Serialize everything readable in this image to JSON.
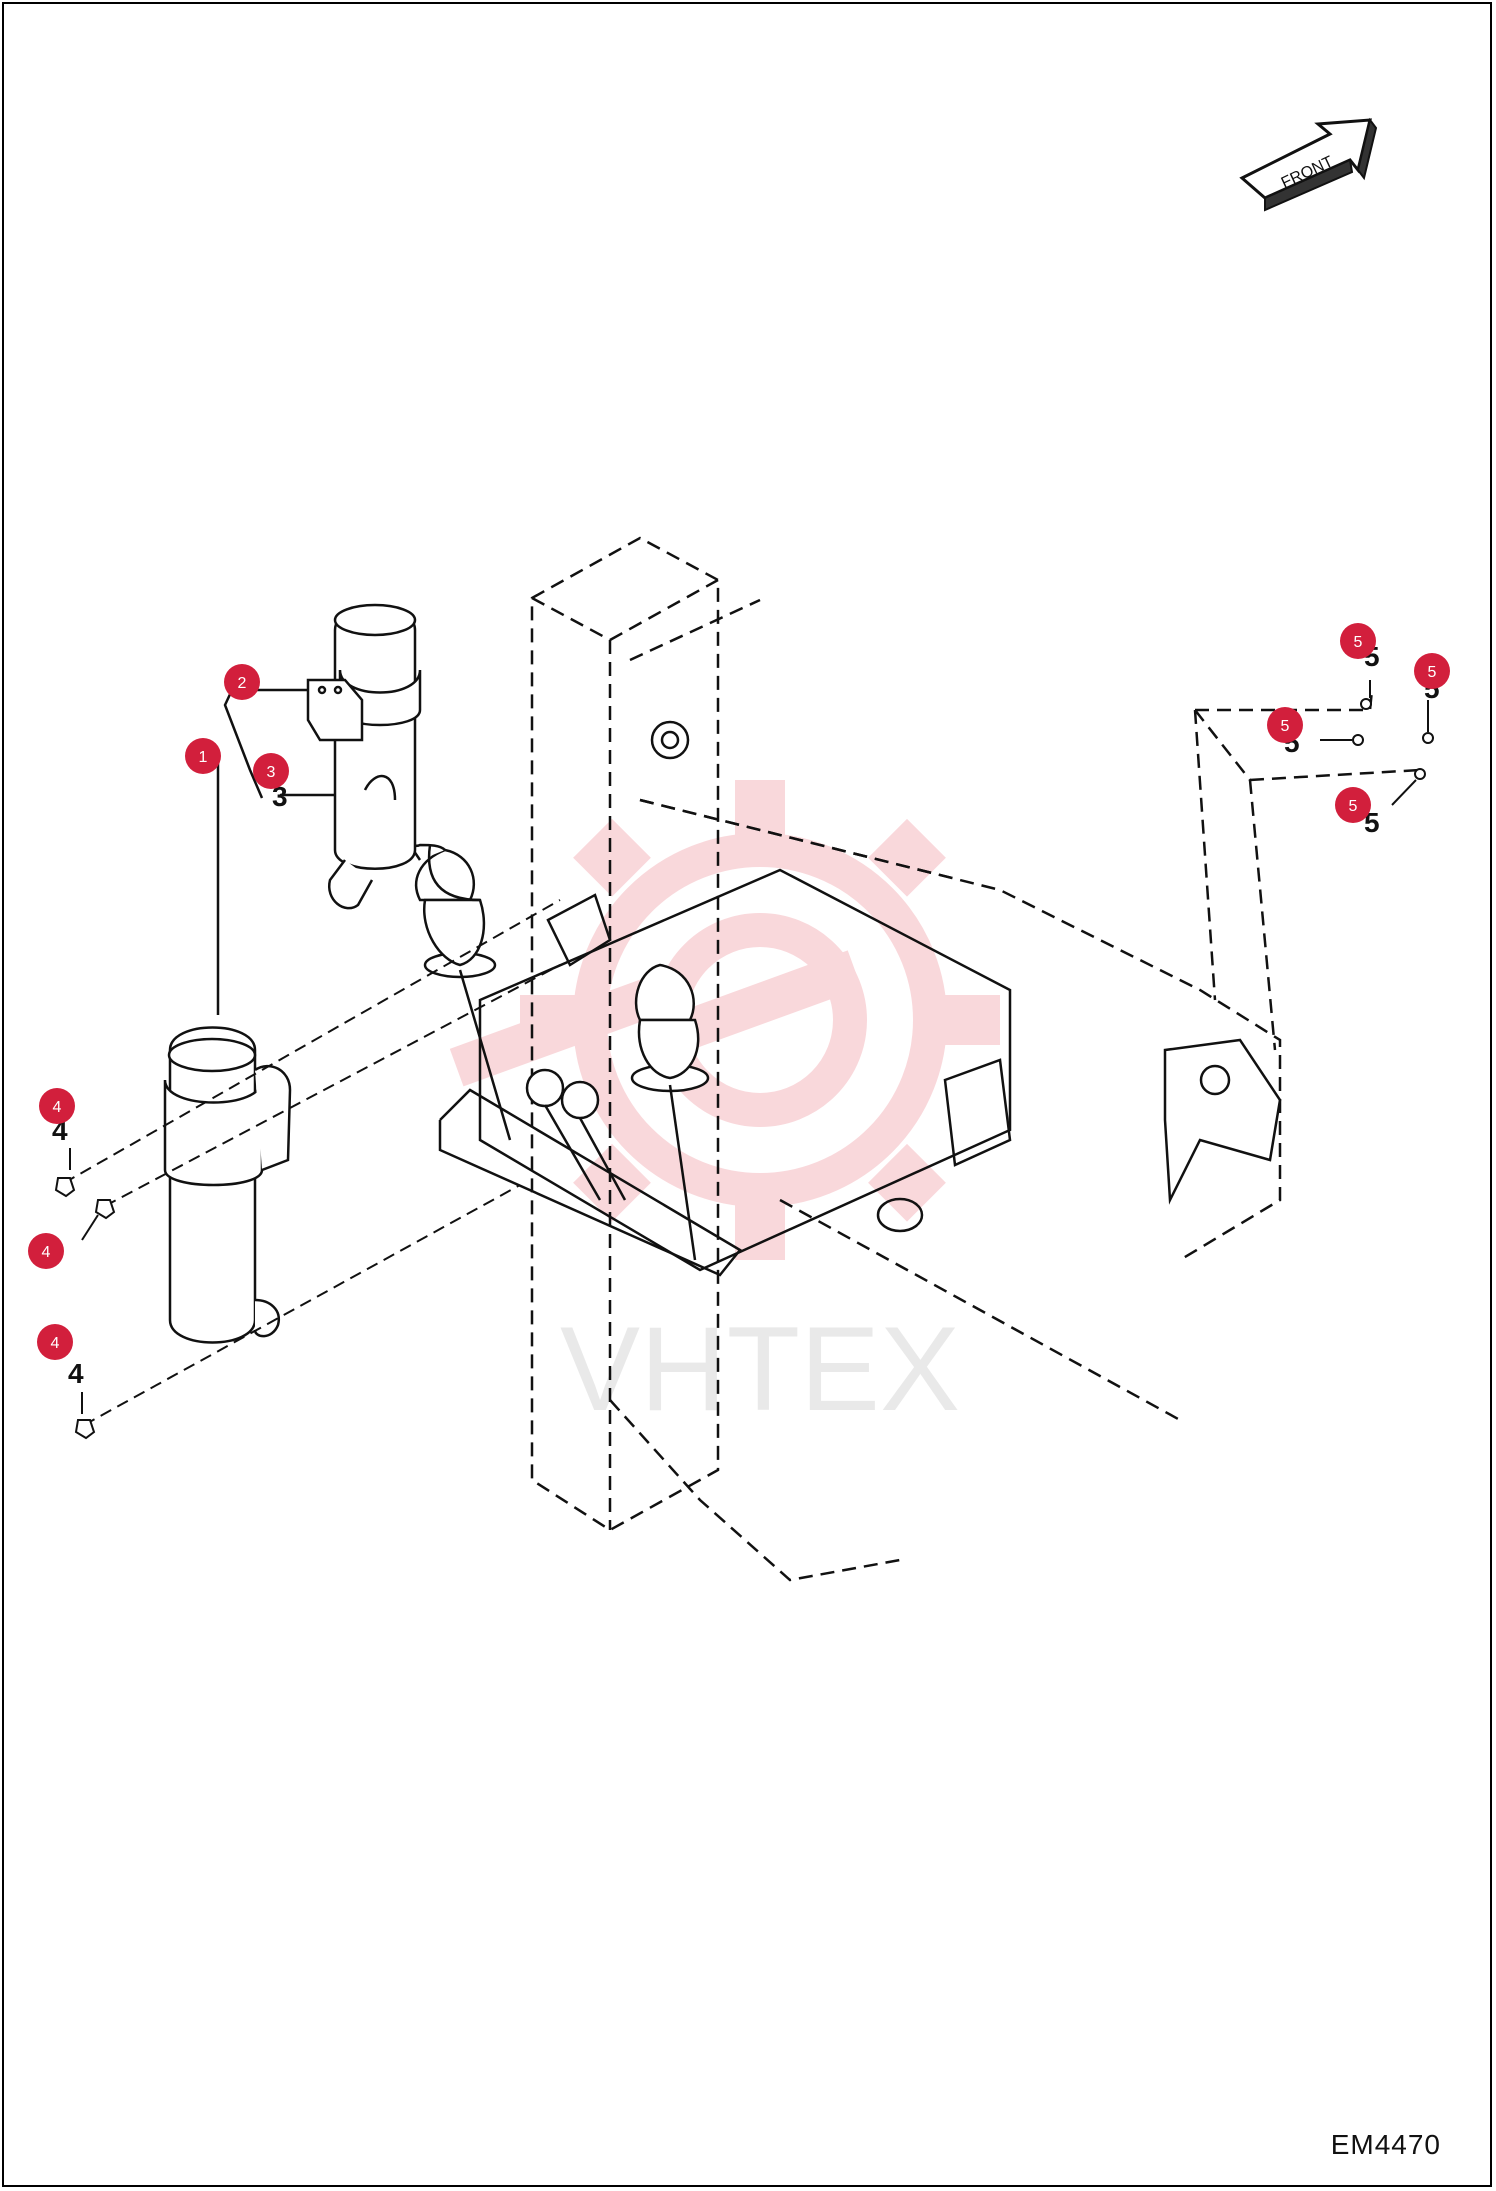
{
  "figure_code": "EM4470",
  "front_label": "FRONT",
  "watermark_text": "VHTEX",
  "colors": {
    "callout": "#d21f3c",
    "line": "#111111",
    "watermark": "#f4b8be"
  },
  "callouts": [
    {
      "id": "c1",
      "label": "1"
    },
    {
      "id": "c2",
      "label": "2"
    },
    {
      "id": "c3",
      "label": "3"
    },
    {
      "id": "c4a",
      "label": "4"
    },
    {
      "id": "c4b",
      "label": "4"
    },
    {
      "id": "c4c",
      "label": "4"
    },
    {
      "id": "c5a",
      "label": "5"
    },
    {
      "id": "c5b",
      "label": "5"
    },
    {
      "id": "c5c",
      "label": "5"
    },
    {
      "id": "c5d",
      "label": "5"
    }
  ],
  "part_numbers": {
    "p3": "3",
    "p4a": "4",
    "p4c": "4",
    "p5a": "5",
    "p5b": "5",
    "p5c": "5",
    "p5d": "5"
  }
}
